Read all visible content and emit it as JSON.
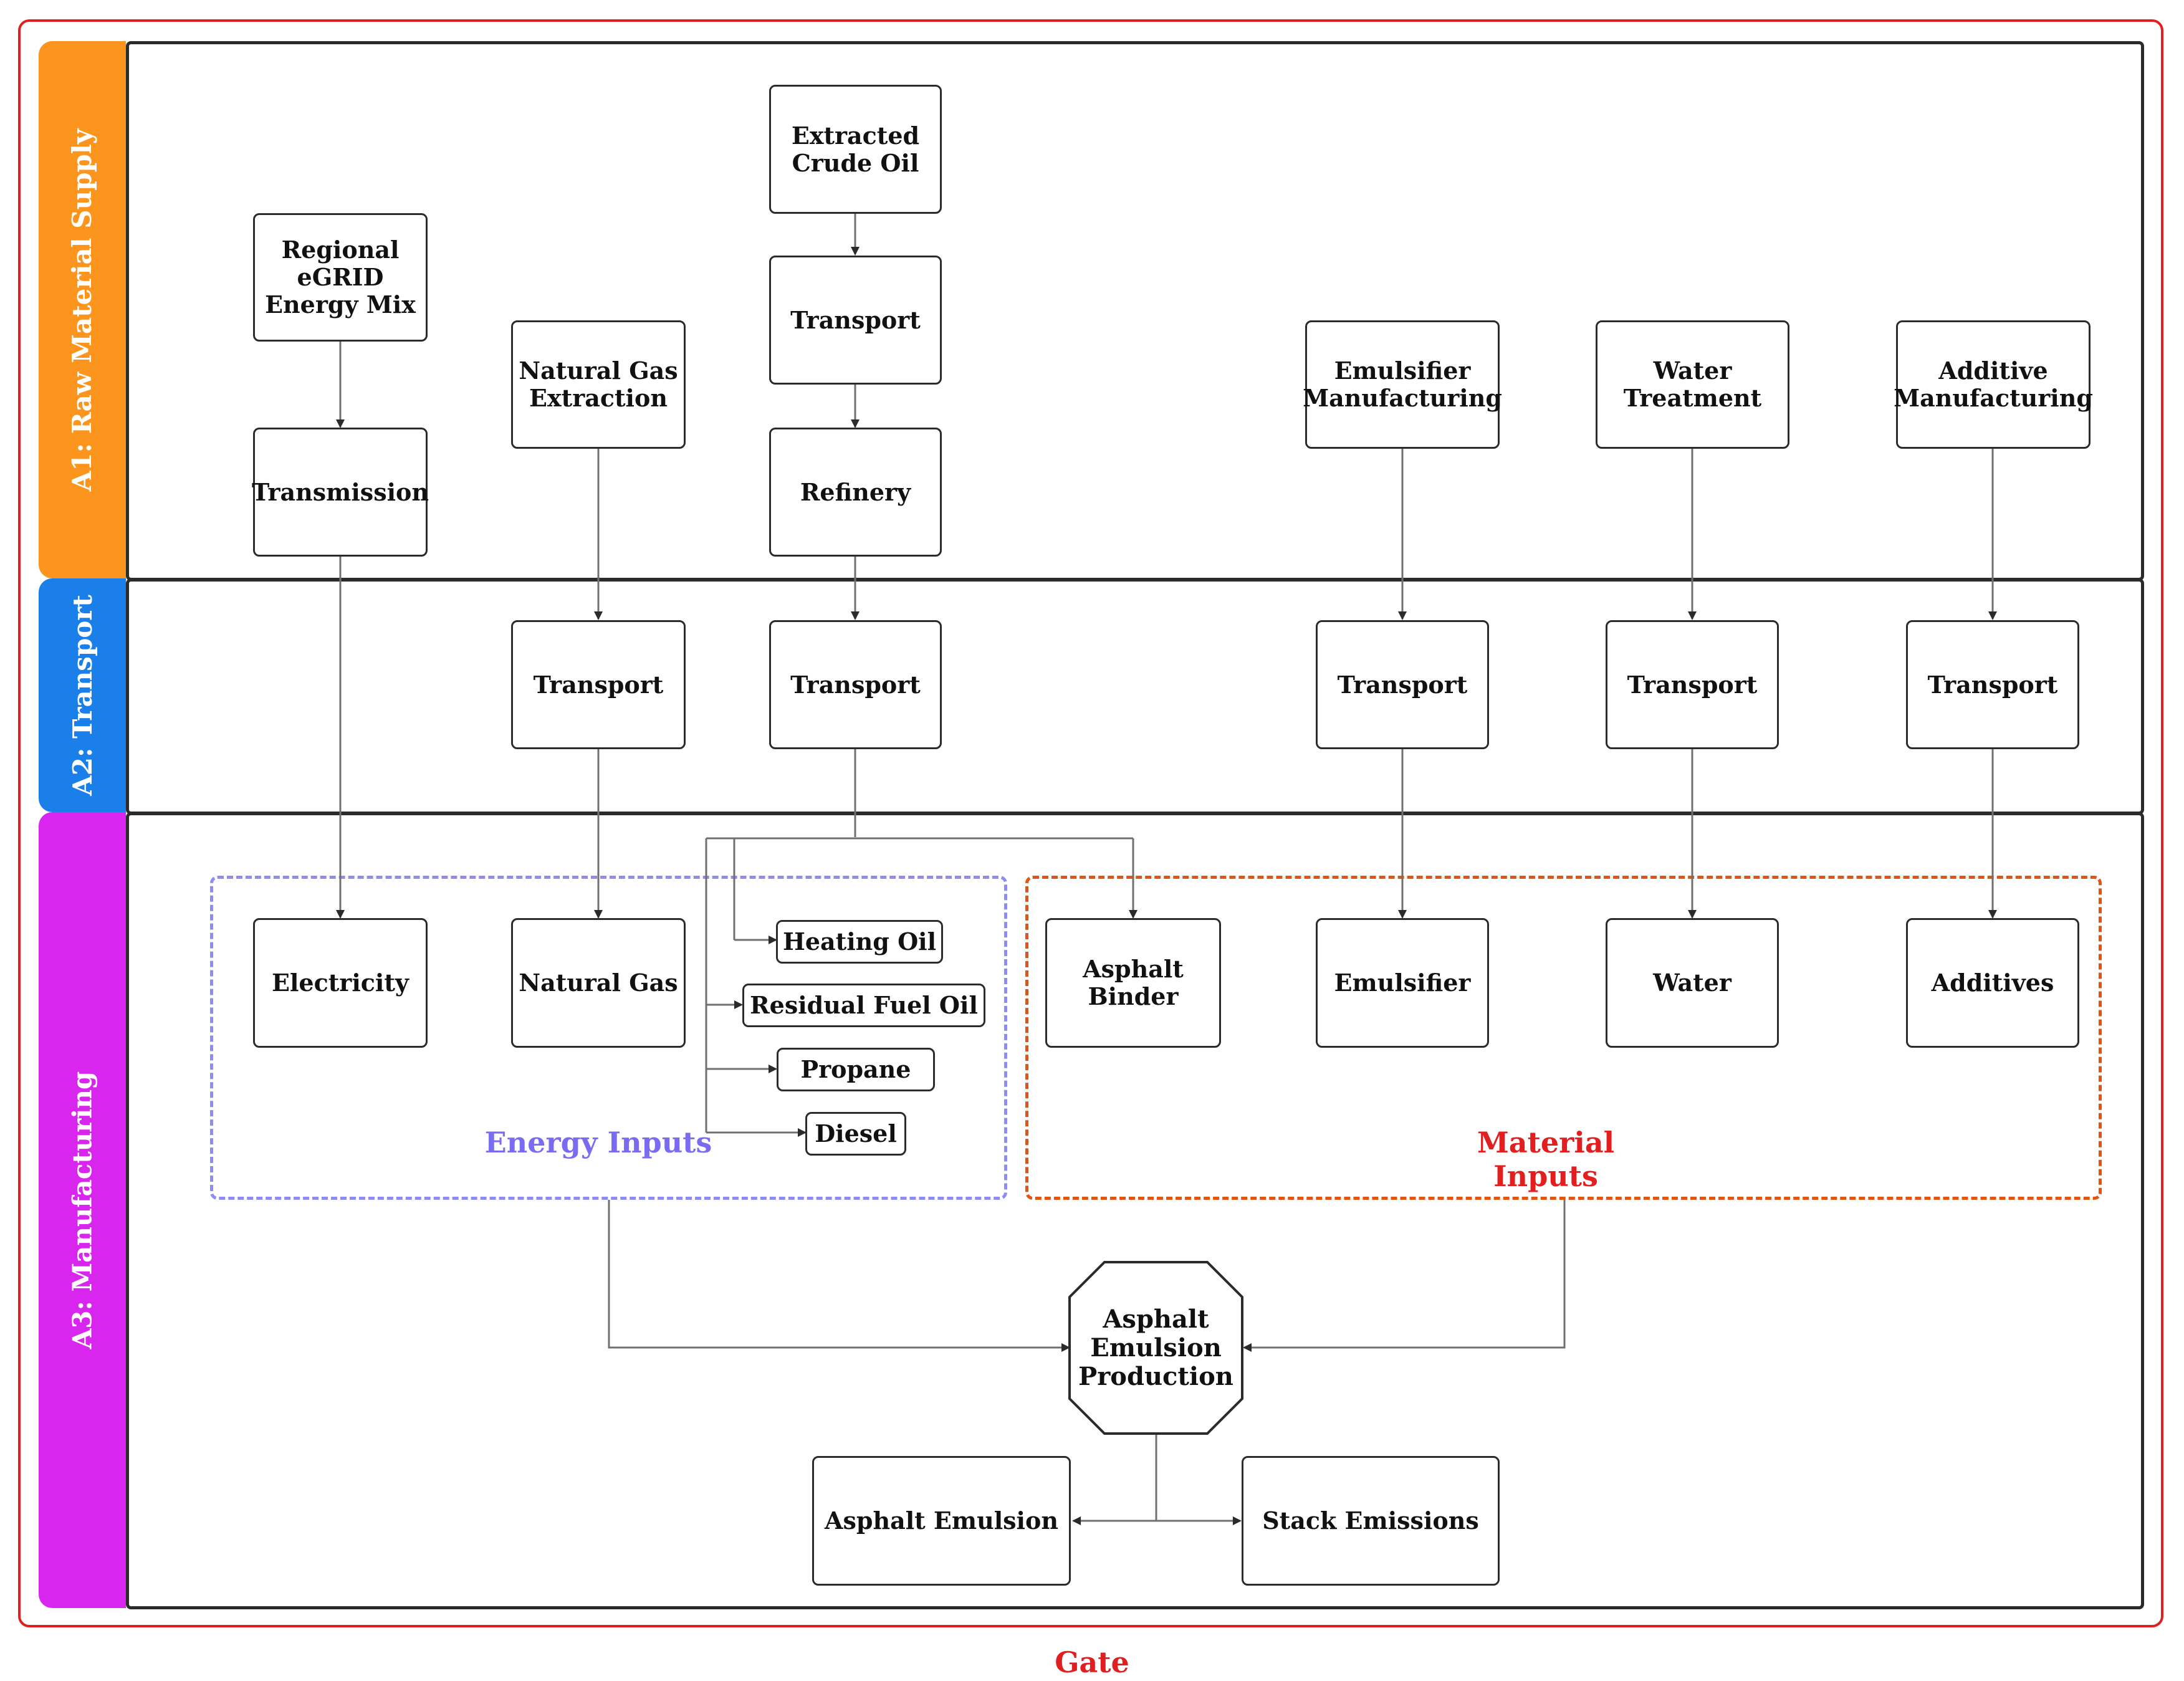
{
  "colors": {
    "gate": "#e02020",
    "raw_material_tab": "#fb951e",
    "transport_tab": "#1a7fe8",
    "manufacturing_tab": "#d926ef",
    "energy_inputs": "#7a6cf0",
    "material_inputs": "#e21e1e"
  },
  "gate_label": "Gate",
  "lanes": {
    "raw_material": "A1: Raw Material Supply",
    "transport": "A2: Transport",
    "manufacturing": "A3: Manufacturing"
  },
  "nodes": {
    "egrid": "Regional\neGRID\nEnergy Mix",
    "transmission": "Transmission",
    "ng_extraction": "Natural Gas\nExtraction",
    "crude_oil": "Extracted\nCrude Oil",
    "crude_transport": "Transport",
    "refinery": "Refinery",
    "emulsifier_mfg": "Emulsifier\nManufacturing",
    "water_treatment": "Water\nTreatment",
    "additive_mfg": "Additive\nManufacturing",
    "ng_transport": "Transport",
    "refinery_transport": "Transport",
    "emulsifier_transport": "Transport",
    "water_transport": "Transport",
    "additive_transport": "Transport",
    "electricity": "Electricity",
    "natural_gas": "Natural Gas",
    "heating_oil": "Heating Oil",
    "residual_fuel_oil": "Residual Fuel Oil",
    "propane": "Propane",
    "diesel": "Diesel",
    "asphalt_binder": "Asphalt\nBinder",
    "emulsifier": "Emulsifier",
    "water": "Water",
    "additives": "Additives",
    "production": "Asphalt\nEmulsion\nProduction",
    "asphalt_emulsion": "Asphalt Emulsion",
    "stack_emissions": "Stack Emissions"
  },
  "groups": {
    "energy": "Energy Inputs",
    "material": "Material Inputs"
  }
}
